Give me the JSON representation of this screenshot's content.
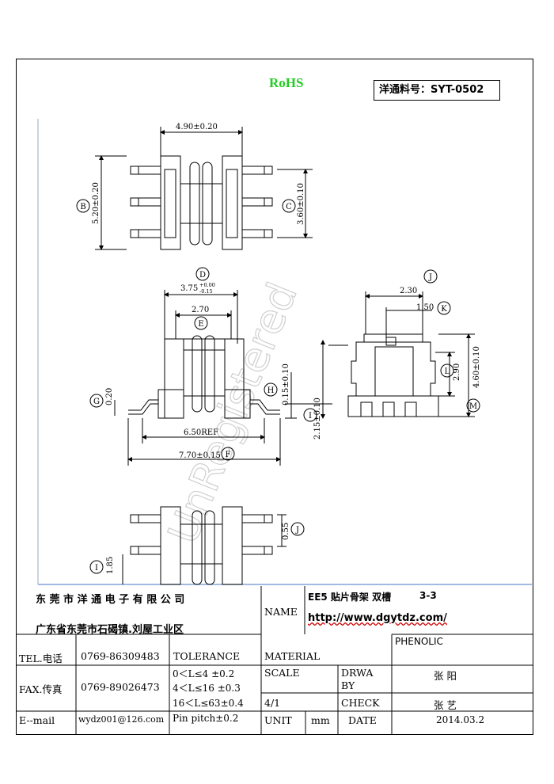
{
  "header": {
    "rohs": "RoHS",
    "part_number": "洋通料号：SYT-0502"
  },
  "dimensions": {
    "top_width": "4.90±0.20",
    "b_height": "5.20±0.20",
    "c_height": "3.60±0.10",
    "front_width_main": "3.75",
    "front_width_tol_upper": "+0.00",
    "front_width_tol_lower": "-0.15",
    "front_inner": "2.70",
    "g_dim": "0.20",
    "h_dim": "0.15±0.10",
    "i_dim": "2.15±0.10",
    "ref_len": "6.50REF",
    "f_len": "7.70±0.15",
    "side_j": "2.30",
    "side_k": "1.50",
    "side_l": "2.90",
    "side_m": "4.60±0.10",
    "bottom_j": "0.55",
    "bottom_i": "1.85"
  },
  "callouts": {
    "b": "B",
    "c": "C",
    "d": "D",
    "e": "E",
    "f": "F",
    "g": "G",
    "h": "H",
    "i": "I",
    "j": "J",
    "k": "K",
    "l": "L",
    "m": "M"
  },
  "watermark": "UnRegistered",
  "title_block": {
    "company": "东 莞 市 洋 通 电 子 有 限 公 司",
    "address": "广东省东莞市石碣镇.刘屋工业区",
    "name_label": "NAME",
    "product_name": "EE5 贴片骨架 双槽",
    "page": "3-3",
    "website": "http://www.dgytdz.com/",
    "material_value": "PHENOLIC",
    "tel_label": "TEL.电话",
    "tel_value": "0769-86309483",
    "tolerance_label": "TOLERANCE",
    "material_label": "MATERIAL",
    "fax_label": "FAX.传真",
    "fax_value": "0769-89026473",
    "tol_1": "0＜L≤4   ±0.2",
    "tol_2": "4＜L≤16  ±0.3",
    "tol_3": "16＜L≤63±0.4",
    "tol_4": "Pin pitch±0.2",
    "scale_label": "SCALE",
    "scale_value": "4/1",
    "drawn_label_1": "DRWA",
    "drawn_label_2": "BY",
    "drawn_by": "张 阳",
    "check_label": "CHECK",
    "checked_by": "张 艺",
    "email_label": "E--mail",
    "email_value": "wydz001@126.com",
    "unit_label": "UNIT",
    "unit_value": "mm",
    "date_label": "DATE",
    "date_value": "2014.03.2"
  }
}
